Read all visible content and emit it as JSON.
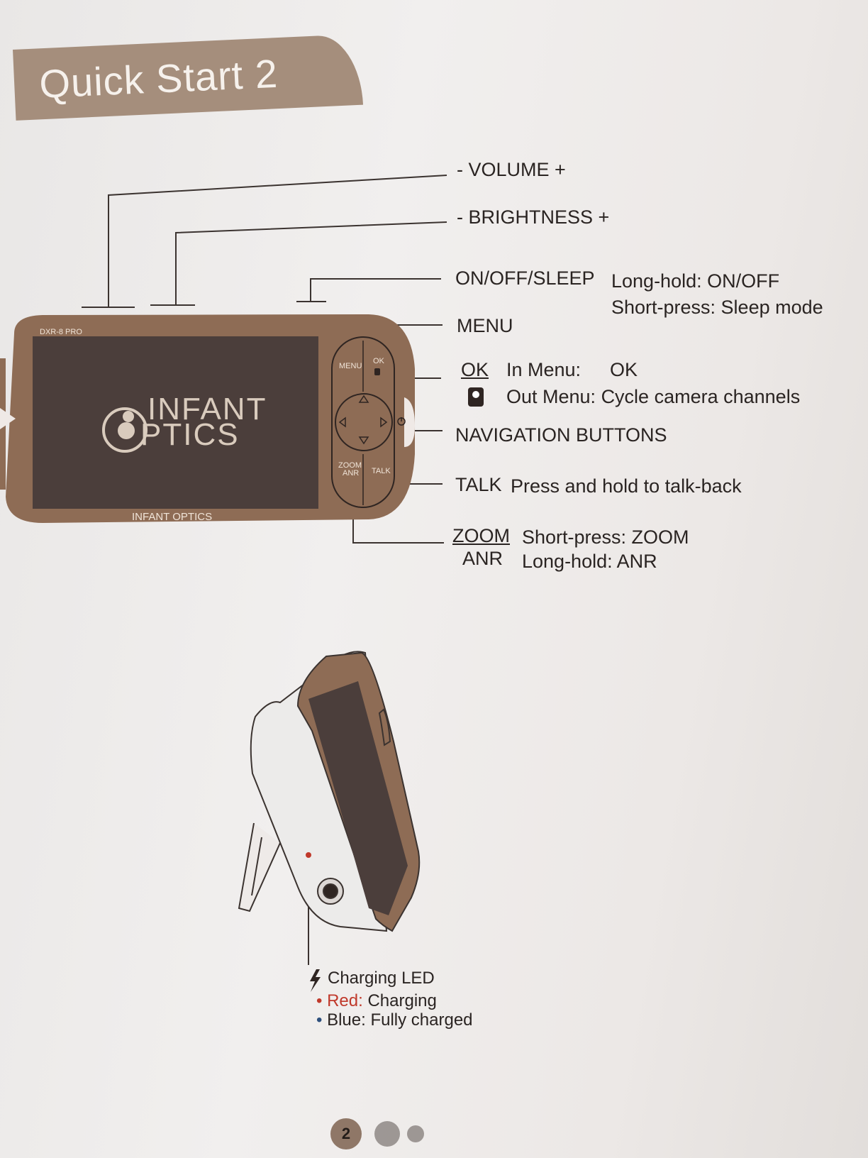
{
  "header": {
    "title": "Quick Start 2"
  },
  "labels": {
    "volume": "- VOLUME +",
    "brightness": "- BRIGHTNESS +",
    "onoff": "ON/OFF/SLEEP",
    "onoff_long": "Long-hold: ON/OFF",
    "onoff_short": "Short-press: Sleep mode",
    "menu": "MENU",
    "ok": "OK",
    "ok_in_menu_key": "In Menu:",
    "ok_in_menu_val": "OK",
    "ok_out_menu": "Out Menu: Cycle camera channels",
    "navigation": "NAVIGATION BUTTONS",
    "talk": "TALK",
    "talk_desc": "Press and hold to talk-back",
    "zoom": "ZOOM",
    "anr": "ANR",
    "zoom_short": "Short-press: ZOOM",
    "anr_long": "Long-hold: ANR"
  },
  "device": {
    "model": "DXR-8 PRO",
    "brand_top": "INFANT",
    "brand_bottom": "PTICS",
    "bezel_brand": "INFANT OPTICS",
    "btn_menu": "MENU",
    "btn_ok": "OK",
    "btn_zoom": "ZOOM",
    "btn_anr": "ANR",
    "btn_talk": "TALK"
  },
  "charging": {
    "title": "Charging LED",
    "red_key": "Red:",
    "red_val": "Charging",
    "blue_val": "Blue: Fully charged"
  },
  "footer": {
    "page_number": "2"
  },
  "colors": {
    "bronze": "#8e6c55",
    "tab": "#a58e7c",
    "screen": "#4b3e3b",
    "red_led": "#c0392b"
  }
}
